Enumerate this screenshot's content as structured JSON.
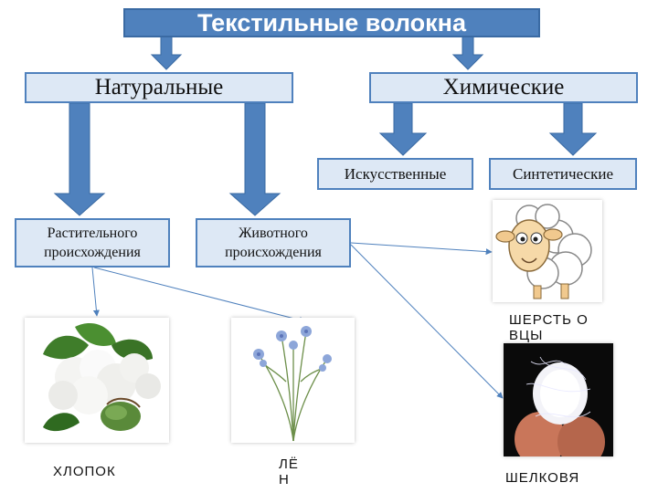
{
  "title": "Текстильные волокна",
  "natural": "Натуральные",
  "chemical": "Химические",
  "artificial": "Искусственные",
  "synthetic": "Синтетические",
  "plant_origin": "Растительного происхождения",
  "animal_origin": "Животного происхождения",
  "captions": {
    "cotton": "ХЛОПОК",
    "flax": "ЛЁН",
    "wool": "ШЕРСТЬ ОВЦЫ",
    "silk": "ШЕЛКОВЯ"
  },
  "colors": {
    "box_fill": "#dde8f5",
    "box_border": "#4f81bd",
    "arrow": "#4f81bd",
    "title_fill": "#4f81bd"
  },
  "icons": [
    "cotton-image",
    "flax-image",
    "sheep-image",
    "silk-cocoon-image"
  ]
}
